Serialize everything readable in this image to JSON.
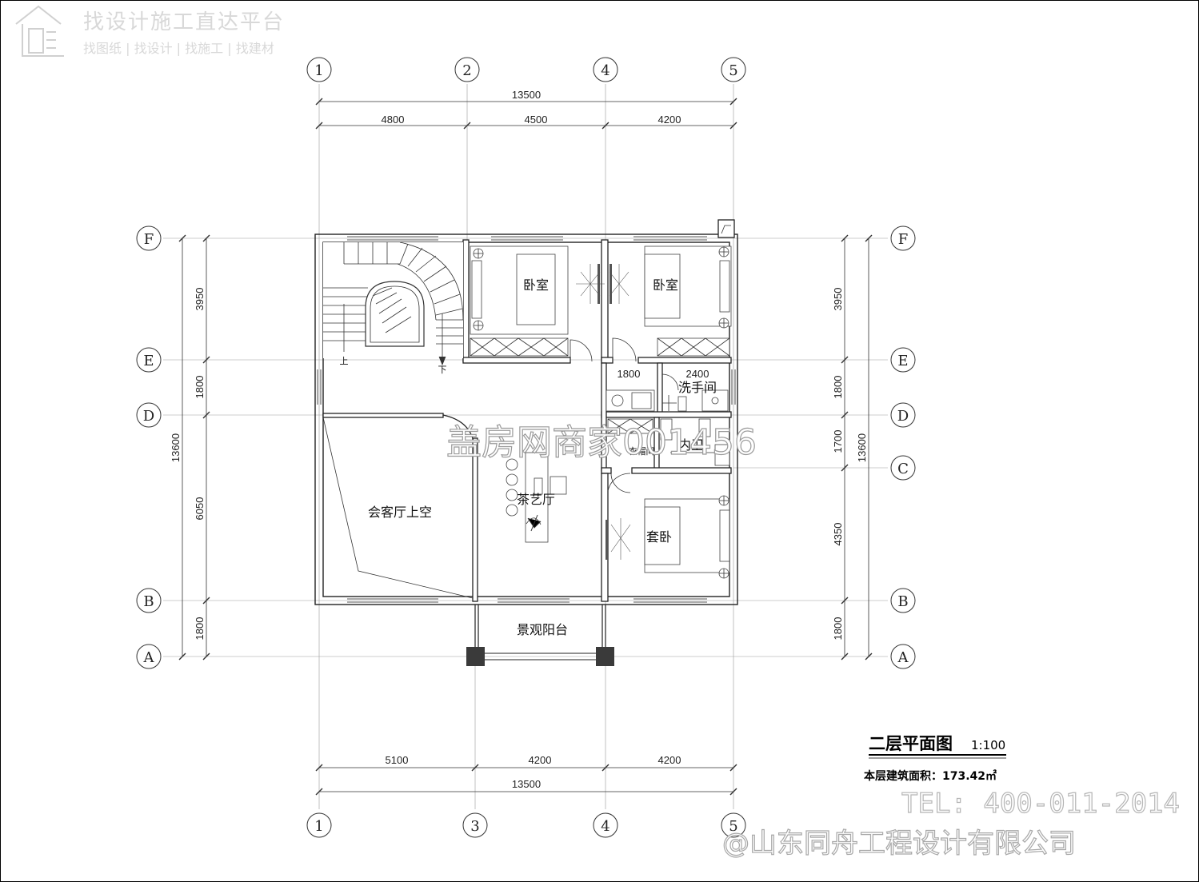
{
  "watermark": {
    "title": "找设计施工直达平台",
    "subtitle": "找图纸 | 找设计 | 找施工 | 找建材",
    "center_text": "盖房网商家001456",
    "tel": "TEL: 400-011-2014",
    "company": "@山东同舟工程设计有限公司"
  },
  "axes": {
    "top": [
      "1",
      "2",
      "4",
      "5"
    ],
    "bottom": [
      "1",
      "3",
      "4",
      "5"
    ],
    "left": [
      "F",
      "E",
      "D",
      "B",
      "A"
    ],
    "right": [
      "F",
      "E",
      "D",
      "C",
      "B",
      "A"
    ]
  },
  "dimensions": {
    "top_total": "13500",
    "top_segments": [
      "4800",
      "4500",
      "4200"
    ],
    "bottom_segments": [
      "5100",
      "4200",
      "4200"
    ],
    "bottom_total": "13500",
    "left_segments": [
      "3950",
      "1800",
      "6050",
      "1800"
    ],
    "left_total": "13600",
    "right_segments": [
      "3950",
      "1800",
      "1700",
      "4350",
      "1800"
    ],
    "right_total": "13600",
    "inner_1": "1800",
    "inner_2": "2400"
  },
  "rooms": {
    "bedroom_1": "卧室",
    "bedroom_2": "卧室",
    "washroom": "洗手间",
    "inner_bath": "内卫",
    "closet": "衣帽间",
    "tea_room": "茶艺厅",
    "void": "会客厅上空",
    "suite": "套卧",
    "balcony": "景观阳台",
    "stair_up": "上",
    "stair_down": "下"
  },
  "title_block": {
    "title": "二层平面图",
    "scale": "1:100",
    "area_label": "本层建筑面积：173.42㎡"
  }
}
